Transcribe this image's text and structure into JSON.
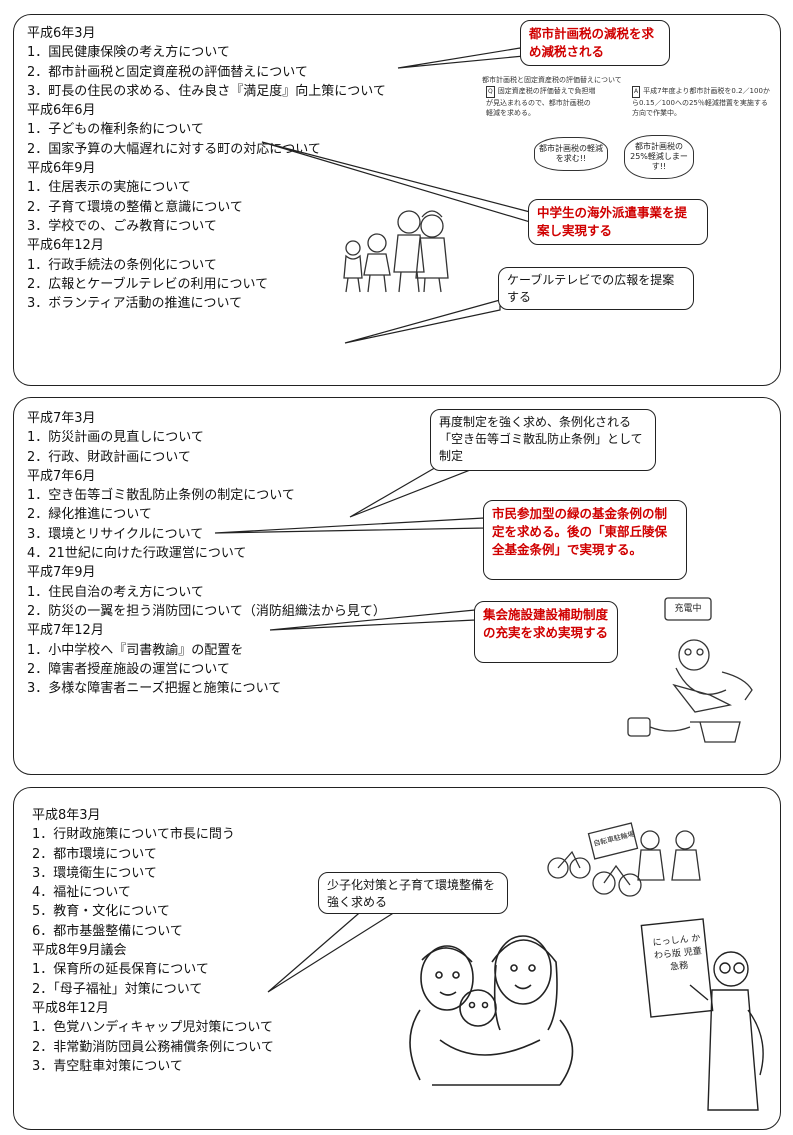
{
  "panel1": {
    "sections": [
      {
        "heading": "平成6年3月",
        "items": [
          "1．国民健康保険の考え方について",
          "2．都市計画税と固定資産税の評価替えについて",
          "3．町長の住民の求める、住み良さ『満足度』向上策について"
        ]
      },
      {
        "heading": "平成6年6月",
        "items": [
          "1．子どもの権利条約について",
          "2．国家予算の大幅遅れに対する町の対応について"
        ]
      },
      {
        "heading": "平成6年9月",
        "items": [
          "1．住居表示の実施について",
          "2．子育て環境の整備と意識について",
          "3．学校での、ごみ教育について"
        ]
      },
      {
        "heading": "平成6年12月",
        "items": [
          "1．行政手続法の条例化について",
          "2．広報とケーブルテレビの利用について",
          "3．ボランティア活動の推進について"
        ]
      }
    ],
    "callouts": {
      "c1": "都市計画税の減税を求め減税される",
      "c2": "中学生の海外派遣事業を提案し実現する",
      "c3": "ケーブルテレビでの広報を提案する"
    },
    "inset": {
      "title": "都市計画税と固定資産税の評価替えについて",
      "q_tag": "Q",
      "q_text": "固定資産税の評価替えで負担増が見込まれるので、都市計画税の軽減を求める。",
      "a_tag": "A",
      "a_text": "平成7年度より都市計画税を0.2／100から0.15／100への25％軽減措置を実施する方向で作業中。",
      "bubble1": "都市計画税の軽減を求む!!",
      "bubble2": "都市計画税の25%軽減しまーす!!"
    }
  },
  "panel2": {
    "sections": [
      {
        "heading": "平成7年3月",
        "items": [
          "1．防災計画の見直しについて",
          "2．行政、財政計画について"
        ]
      },
      {
        "heading": "平成7年6月",
        "items": [
          "1．空き缶等ゴミ散乱防止条例の制定について",
          "2．緑化推進について",
          "3．環境とリサイクルについて",
          "4．21世紀に向けた行政運営について"
        ]
      },
      {
        "heading": "平成7年9月",
        "items": [
          "1．住民自治の考え方について",
          "2．防災の一翼を担う消防団について（消防組織法から見て）"
        ]
      },
      {
        "heading": "平成7年12月",
        "items": [
          "1．小中学校へ『司書教諭』の配置を",
          "2．障害者授産施設の運営について",
          "3．多様な障害者ニーズ把握と施策について"
        ]
      }
    ],
    "callouts": {
      "c1": "再度制定を強く求め、条例化される「空き缶等ゴミ散乱防止条例」として制定",
      "c2": "市民参加型の緑の基金条例の制定を求める。後の「東部丘陵保全基金条例」で実現する。",
      "c3": "集会施設建設補助制度の充実を求め実現する"
    },
    "illustration": {
      "sign": "充電中"
    }
  },
  "panel3": {
    "sections": [
      {
        "heading": "平成8年3月",
        "items": [
          "1．行財政施策について市長に問う",
          "2．都市環境について",
          "3．環境衛生について",
          "4．福祉について",
          "5．教育・文化について",
          "6．都市基盤整備について"
        ]
      },
      {
        "heading": "平成8年9月議会",
        "items": [
          "1．保育所の延長保育について",
          "2．「母子福祉」対策について"
        ]
      },
      {
        "heading": "平成8年12月",
        "items": [
          "1．色覚ハンディキャップ児対策について",
          "2．非常勤消防団員公務補償条例について",
          "3．青空駐車対策について"
        ]
      }
    ],
    "callouts": {
      "c1": "少子化対策と子育て環境整備を強く求める"
    },
    "illustration": {
      "parking_sign": "自転車駐輪場",
      "board": "にっしん かわら版 児童 急務"
    }
  },
  "colors": {
    "accent_red": "#d00000",
    "border": "#222222"
  }
}
